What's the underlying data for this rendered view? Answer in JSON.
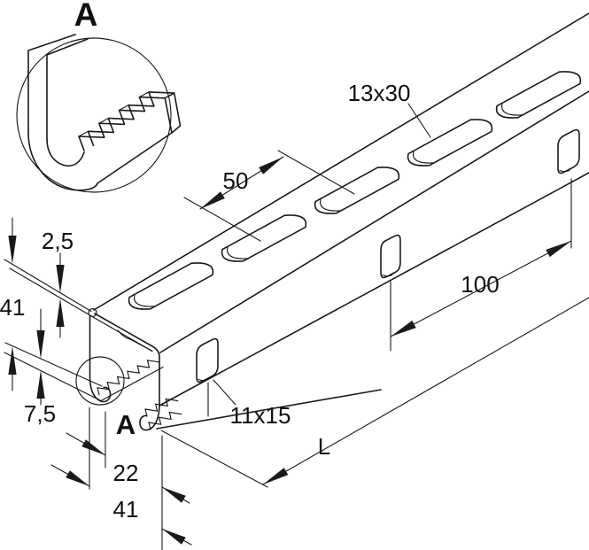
{
  "drawing": {
    "background": "#ffffff",
    "line_color": "#1a1a1a",
    "detail": {
      "title": "A",
      "ref_label": "A"
    },
    "dims": {
      "slot_size": "13x30",
      "slot_spacing": "50",
      "hole_spacing": "100",
      "thickness": "2,5",
      "height_left": "41",
      "lip_height": "7,5",
      "opening": "22",
      "width_bottom": "41",
      "hole_size": "11x15",
      "length": "L"
    }
  }
}
